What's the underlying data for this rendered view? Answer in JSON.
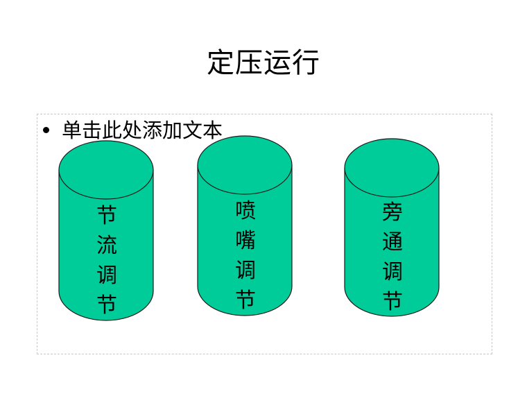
{
  "slide": {
    "title": "定压运行",
    "placeholder_text": "单击此处添加文本"
  },
  "colors": {
    "cylinder_fill": "#00CC99",
    "cylinder_stroke": "#1a1a1a",
    "placeholder_border": "#c8c8c8"
  },
  "cylinders": [
    {
      "label": "节流调节",
      "chars": [
        "节",
        "流",
        "调",
        "节"
      ]
    },
    {
      "label": "喷嘴调节",
      "chars": [
        "喷",
        "嘴",
        "调",
        "节"
      ]
    },
    {
      "label": "旁通调节",
      "chars": [
        "旁",
        "通",
        "调",
        "节"
      ]
    }
  ]
}
